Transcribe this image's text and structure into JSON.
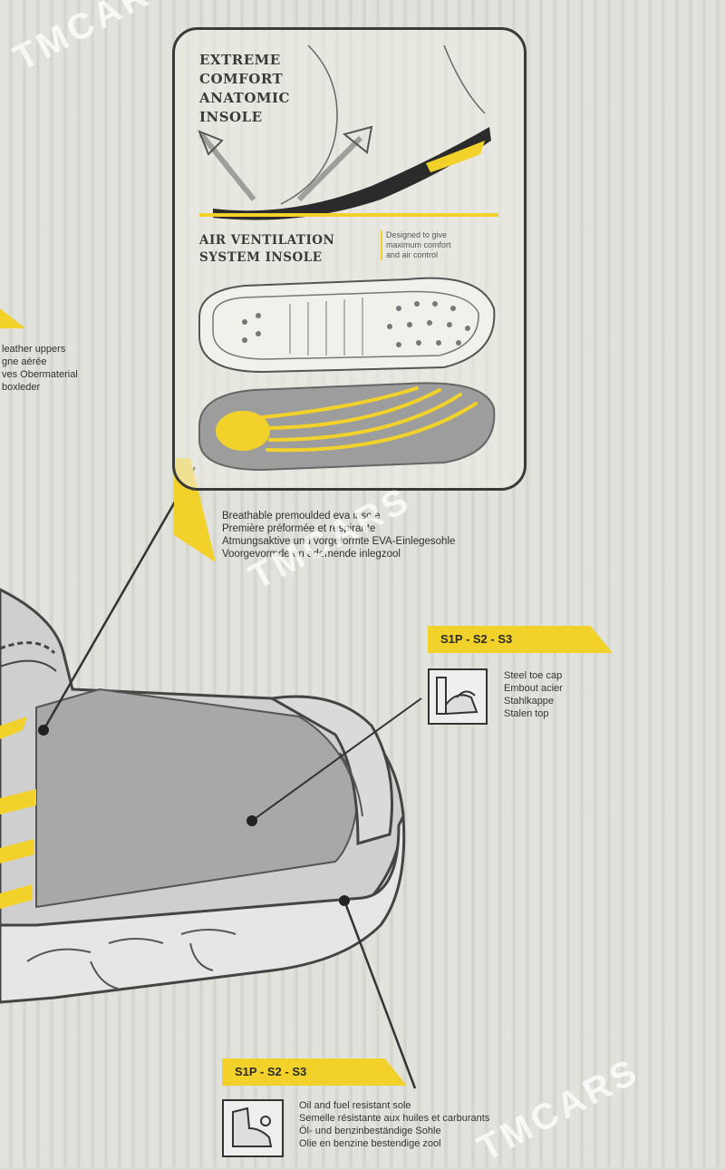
{
  "panel": {
    "title_lines": [
      "EXTREME",
      "COMFORT",
      "ANATOMIC",
      "INSOLE"
    ],
    "air_title_lines": [
      "AIR VENTILATION",
      "SYSTEM INSOLE"
    ],
    "air_note_lines": [
      "Designed to give",
      "maximum comfort",
      "and air control"
    ]
  },
  "left_fragment": {
    "lines": [
      "leather uppers",
      "gne aérée",
      "ves Obermaterial",
      "boxleder"
    ]
  },
  "insole_caption": {
    "lines": [
      "Breathable premoulded eva insole",
      "Première préformée et respirante",
      "Atmungsaktive und vorgeformte EVA-Einlegesohle",
      "Voorgevormde en ademende inlegzool"
    ]
  },
  "toe_cap": {
    "badge": "S1P - S2 - S3",
    "lines": [
      "Steel toe cap",
      "Embout acier",
      "Stahlkappe",
      "Stalen top"
    ]
  },
  "sole": {
    "badge": "S1P - S2 - S3",
    "lines": [
      "Oil and fuel resistant sole",
      "Semelle résistante aux huiles et carburants",
      "Öl- und benzinbeständige Sohle",
      "Olie en benzine bestendige zool"
    ]
  },
  "watermark": "TMCARS",
  "colors": {
    "accent_yellow": "#f2d22a",
    "line_dark": "#333333"
  }
}
